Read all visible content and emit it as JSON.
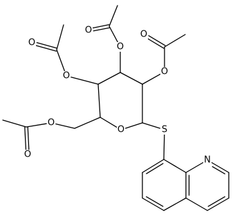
{
  "diagram": {
    "kind": "chemical-structure",
    "atom_labels": {
      "ring_oxygen": "O",
      "thio_sulfur": "S",
      "quinoline_nitrogen": "N",
      "ester_oxygens": [
        "O",
        "O",
        "O",
        "O"
      ],
      "carbonyl_oxygens": [
        "O",
        "O",
        "O",
        "O"
      ]
    }
  }
}
